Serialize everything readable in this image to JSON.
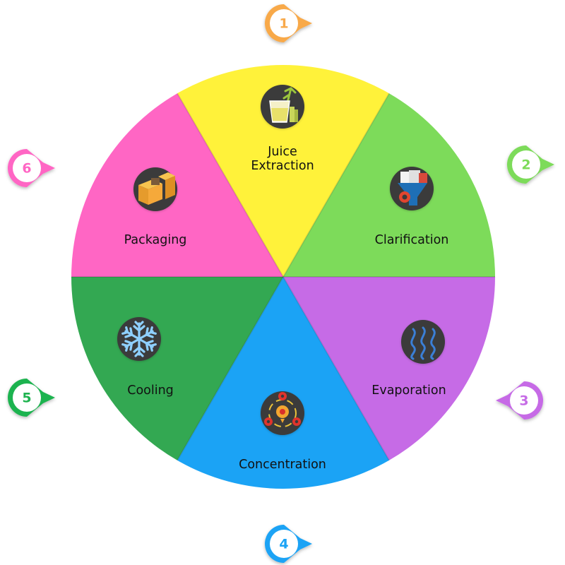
{
  "diagram": {
    "segments": [
      {
        "key": "juice",
        "number": "1",
        "label_lines": [
          "Juice",
          "Extraction"
        ],
        "color": "#FFF23A",
        "marker_color": "#F8A94A",
        "icon": "sugarcane-juice-icon"
      },
      {
        "key": "clarification",
        "number": "2",
        "label_lines": [
          "Clarification"
        ],
        "color": "#7DDB5A",
        "marker_color": "#7DDB5A",
        "icon": "filter-funnel-gear-icon"
      },
      {
        "key": "evaporation",
        "number": "3",
        "label_lines": [
          "Evaporation"
        ],
        "color": "#C66BE6",
        "marker_color": "#C66BE6",
        "icon": "steam-waves-icon"
      },
      {
        "key": "concentration",
        "number": "4",
        "label_lines": [
          "Concentration"
        ],
        "color": "#1BA3F5",
        "marker_color": "#1BA3F5",
        "icon": "gears-cycle-icon"
      },
      {
        "key": "cooling",
        "number": "5",
        "label_lines": [
          "Cooling"
        ],
        "color": "#33A852",
        "marker_color": "#1FB34F",
        "icon": "snowflake-icon"
      },
      {
        "key": "packaging",
        "number": "6",
        "label_lines": [
          "Packaging"
        ],
        "color": "#FF66C4",
        "marker_color": "#FF66C4",
        "icon": "boxes-icon"
      }
    ]
  }
}
